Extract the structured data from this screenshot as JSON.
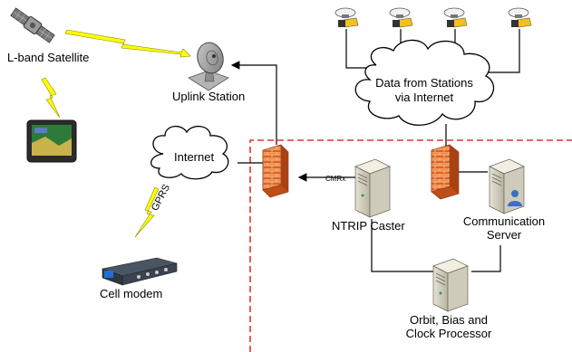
{
  "labels": {
    "satellite": "L-band Satellite",
    "uplink": "Uplink Station",
    "internet": "Internet",
    "stations_cloud_line1": "Data from Stations",
    "stations_cloud_line2": "via Internet",
    "gprs": "GPRS",
    "cell_modem": "Cell modem",
    "cmrx": "CMRx",
    "ntrip": "NTRIP Caster",
    "comm_line1": "Communication",
    "comm_line2": "Server",
    "proc_line1": "Orbit, Bias and",
    "proc_line2": "Clock Processor"
  },
  "colors": {
    "firewall": "#e8742c",
    "zone_border": "#e0342f",
    "beam": "#ffff00",
    "cloud_fill": "#ffffff",
    "line": "#000000"
  },
  "icons": {
    "satellite": "satellite-icon",
    "uplink": "satellite-dish-icon",
    "tablet": "tablet-icon",
    "modem": "cell-modem-icon",
    "firewall": "firewall-icon",
    "server": "server-icon",
    "gnss_receiver": "gnss-receiver-icon"
  }
}
